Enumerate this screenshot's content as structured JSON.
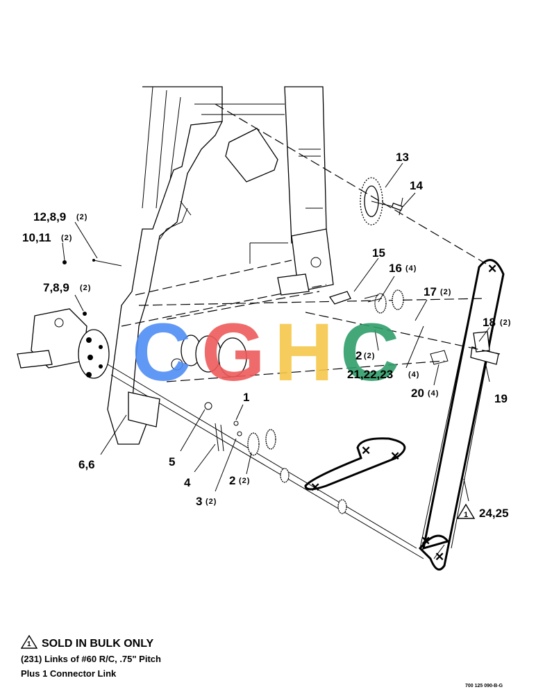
{
  "callouts": {
    "c13": "13",
    "c14": "14",
    "c12_8_9": "12,8,9",
    "c12_8_9_qty": "(2)",
    "c10_11": "10,11",
    "c10_11_qty": "(2)",
    "c15": "15",
    "c16": "16",
    "c16_qty": "(4)",
    "c7_8_9": "7,8,9",
    "c7_8_9_qty": "(2)",
    "c17": "17",
    "c17_qty": "(2)",
    "c18": "18",
    "c18_qty": "(2)",
    "c2a": "2",
    "c2a_qty": "(2)",
    "c21_22_23": "21,22,23",
    "c21_22_23_qty": "(4)",
    "c20": "20",
    "c20_qty": "(4)",
    "c19": "19",
    "c1": "1",
    "c6_6": "6,6",
    "c5": "5",
    "c4": "4",
    "c2b": "2",
    "c2b_qty": "(2)",
    "c3": "3",
    "c3_qty": "(2)",
    "c24_25": "24,25",
    "warn_num": "1"
  },
  "watermark": {
    "letters": [
      "C",
      "G",
      "H",
      "C"
    ],
    "colors": [
      "#4f8df5",
      "#ee5a5a",
      "#f6c84b",
      "#2f9e6a"
    ]
  },
  "note": {
    "warn_num": "1",
    "title": "SOLD IN BULK ONLY",
    "line1": "(231) Links of #60 R/C, .75\" Pitch",
    "line2": "Plus 1 Connector Link"
  },
  "reference_code": "700 125 090-B-G"
}
